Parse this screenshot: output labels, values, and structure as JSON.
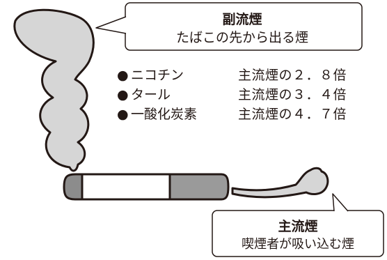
{
  "sidestream": {
    "title": "副流煙",
    "description": "たばこの先から出る煙"
  },
  "mainstream": {
    "title": "主流煙",
    "description": "喫煙者が吸い込む煙"
  },
  "components": [
    {
      "bullet": "●",
      "name": "ニコチン",
      "ratio": "主流煙の２．８倍"
    },
    {
      "bullet": "●",
      "name": "タール",
      "ratio": "主流煙の３．４倍"
    },
    {
      "bullet": "●",
      "name": "一酸化炭素",
      "ratio": "主流煙の４．７倍"
    }
  ],
  "colors": {
    "outline": "#231815",
    "smoke_fill": "#d6d6d6",
    "cigarette_body": "#ffffff",
    "filter": "#9a9a9a",
    "ash": "#8c8c8c"
  }
}
